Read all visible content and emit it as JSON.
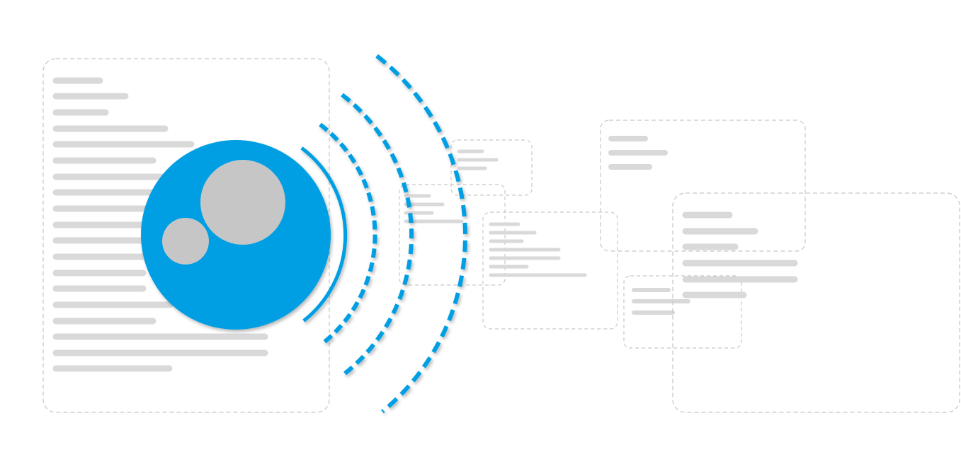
{
  "colors": {
    "background": "#ffffff",
    "accent_blue": "#009fe3",
    "placeholder_line": "#d9d9d9",
    "dashed_border": "#c8c8c8",
    "orb_gray": "#c6c6c6"
  },
  "icons": {
    "main_orb": "broadcast-orb-icon",
    "signal_arcs": "signal-waves-icon"
  },
  "diagram": {
    "source_card_line_count": 19,
    "target_card_count": 6,
    "signal_wave_count": 4
  }
}
